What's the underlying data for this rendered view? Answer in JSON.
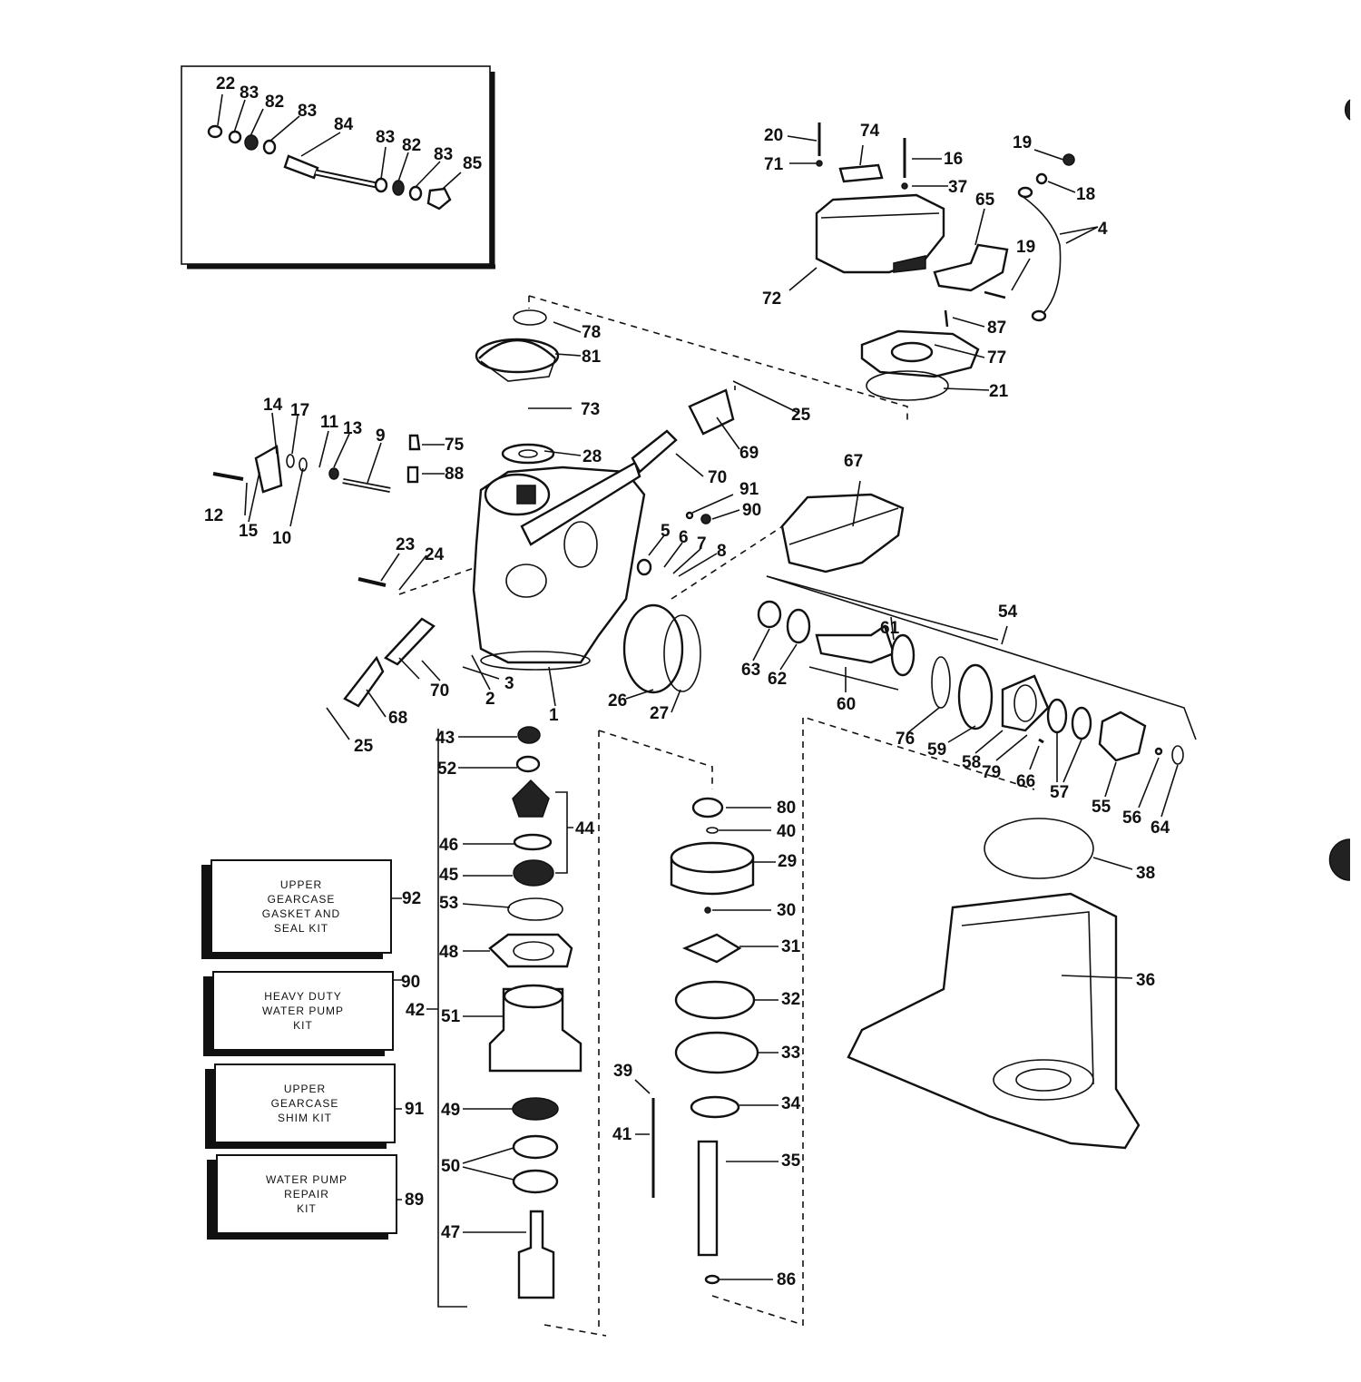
{
  "parts": [
    {
      "id": "p1",
      "text": "1"
    },
    {
      "id": "p2",
      "text": "2"
    },
    {
      "id": "p3",
      "text": "3"
    },
    {
      "id": "p4",
      "text": "4"
    },
    {
      "id": "p5",
      "text": "5"
    },
    {
      "id": "p6",
      "text": "6"
    },
    {
      "id": "p7",
      "text": "7"
    },
    {
      "id": "p8",
      "text": "8"
    },
    {
      "id": "p9",
      "text": "9"
    },
    {
      "id": "p10",
      "text": "10"
    },
    {
      "id": "p11",
      "text": "11"
    },
    {
      "id": "p12",
      "text": "12"
    },
    {
      "id": "p13",
      "text": "13"
    },
    {
      "id": "p14",
      "text": "14"
    },
    {
      "id": "p15",
      "text": "15"
    },
    {
      "id": "p16",
      "text": "16"
    },
    {
      "id": "p17",
      "text": "17"
    },
    {
      "id": "p18",
      "text": "18"
    },
    {
      "id": "p19a",
      "text": "19"
    },
    {
      "id": "p19b",
      "text": "19"
    },
    {
      "id": "p20",
      "text": "20"
    },
    {
      "id": "p21",
      "text": "21"
    },
    {
      "id": "p22",
      "text": "22"
    },
    {
      "id": "p23",
      "text": "23"
    },
    {
      "id": "p24",
      "text": "24"
    },
    {
      "id": "p25a",
      "text": "25"
    },
    {
      "id": "p25b",
      "text": "25"
    },
    {
      "id": "p26",
      "text": "26"
    },
    {
      "id": "p27",
      "text": "27"
    },
    {
      "id": "p28",
      "text": "28"
    },
    {
      "id": "p29",
      "text": "29"
    },
    {
      "id": "p30",
      "text": "30"
    },
    {
      "id": "p31",
      "text": "31"
    },
    {
      "id": "p32",
      "text": "32"
    },
    {
      "id": "p33",
      "text": "33"
    },
    {
      "id": "p34",
      "text": "34"
    },
    {
      "id": "p35",
      "text": "35"
    },
    {
      "id": "p36",
      "text": "36"
    },
    {
      "id": "p37",
      "text": "37"
    },
    {
      "id": "p38",
      "text": "38"
    },
    {
      "id": "p39",
      "text": "39"
    },
    {
      "id": "p40",
      "text": "40"
    },
    {
      "id": "p41",
      "text": "41"
    },
    {
      "id": "p42",
      "text": "42"
    },
    {
      "id": "p43",
      "text": "43"
    },
    {
      "id": "p44",
      "text": "44"
    },
    {
      "id": "p45",
      "text": "45"
    },
    {
      "id": "p46",
      "text": "46"
    },
    {
      "id": "p47",
      "text": "47"
    },
    {
      "id": "p48",
      "text": "48"
    },
    {
      "id": "p49",
      "text": "49"
    },
    {
      "id": "p50",
      "text": "50"
    },
    {
      "id": "p51",
      "text": "51"
    },
    {
      "id": "p52",
      "text": "52"
    },
    {
      "id": "p53",
      "text": "53"
    },
    {
      "id": "p54",
      "text": "54"
    },
    {
      "id": "p55",
      "text": "55"
    },
    {
      "id": "p56",
      "text": "56"
    },
    {
      "id": "p57",
      "text": "57"
    },
    {
      "id": "p58",
      "text": "58"
    },
    {
      "id": "p59",
      "text": "59"
    },
    {
      "id": "p60",
      "text": "60"
    },
    {
      "id": "p61",
      "text": "61"
    },
    {
      "id": "p62",
      "text": "62"
    },
    {
      "id": "p63",
      "text": "63"
    },
    {
      "id": "p64",
      "text": "64"
    },
    {
      "id": "p65",
      "text": "65"
    },
    {
      "id": "p66",
      "text": "66"
    },
    {
      "id": "p67",
      "text": "67"
    },
    {
      "id": "p68",
      "text": "68"
    },
    {
      "id": "p69",
      "text": "69"
    },
    {
      "id": "p70a",
      "text": "70"
    },
    {
      "id": "p70b",
      "text": "70"
    },
    {
      "id": "p71",
      "text": "71"
    },
    {
      "id": "p72",
      "text": "72"
    },
    {
      "id": "p73",
      "text": "73"
    },
    {
      "id": "p74",
      "text": "74"
    },
    {
      "id": "p75",
      "text": "75"
    },
    {
      "id": "p76",
      "text": "76"
    },
    {
      "id": "p77",
      "text": "77"
    },
    {
      "id": "p78",
      "text": "78"
    },
    {
      "id": "p79",
      "text": "79"
    },
    {
      "id": "p80",
      "text": "80"
    },
    {
      "id": "p81",
      "text": "81"
    },
    {
      "id": "p82a",
      "text": "82"
    },
    {
      "id": "p82b",
      "text": "82"
    },
    {
      "id": "p83a",
      "text": "83"
    },
    {
      "id": "p83b",
      "text": "83"
    },
    {
      "id": "p83c",
      "text": "83"
    },
    {
      "id": "p83d",
      "text": "83"
    },
    {
      "id": "p84",
      "text": "84"
    },
    {
      "id": "p85",
      "text": "85"
    },
    {
      "id": "p86",
      "text": "86"
    },
    {
      "id": "p88",
      "text": "88"
    },
    {
      "id": "p87",
      "text": "87"
    },
    {
      "id": "p89",
      "text": "89"
    },
    {
      "id": "p90a",
      "text": "90"
    },
    {
      "id": "p90b",
      "text": "90"
    },
    {
      "id": "p91a",
      "text": "91"
    },
    {
      "id": "p91b",
      "text": "91"
    },
    {
      "id": "p92",
      "text": "92"
    }
  ],
  "kits": [
    {
      "id": "kit92",
      "text": "UPPER\nGEARCASE\nGASKET AND\nSEAL KIT"
    },
    {
      "id": "kit90",
      "text": "HEAVY DUTY\nWATER PUMP\nKIT"
    },
    {
      "id": "kit91",
      "text": "UPPER\nGEARCASE\nSHIM KIT"
    },
    {
      "id": "kit89",
      "text": "WATER PUMP\nREPAIR\nKIT"
    }
  ]
}
